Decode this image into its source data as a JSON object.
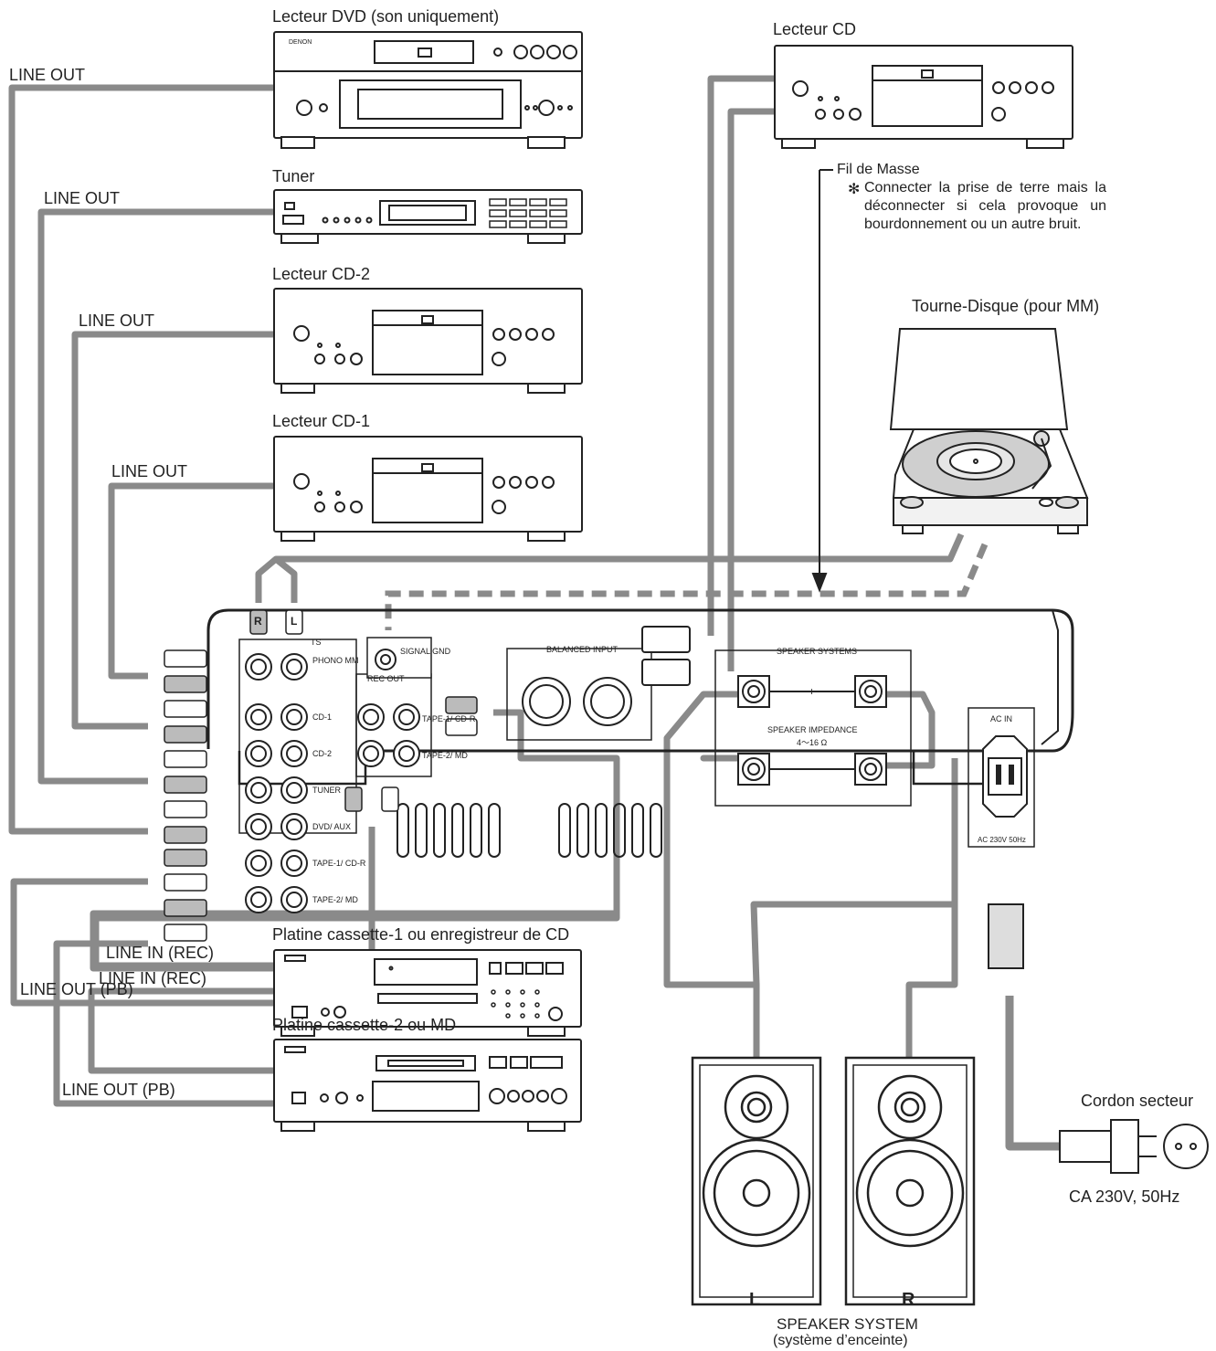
{
  "devices": {
    "dvd": "Lecteur DVD (son uniquement)",
    "tuner": "Tuner",
    "cd2": "Lecteur CD-2",
    "cd1": "Lecteur CD-1",
    "cd_player": "Lecteur CD",
    "turntable": "Tourne-Disque (pour MM)",
    "deck2": "Platine cassette-2 ou MD",
    "deck1": "Platine cassette-1 ou enregistreur de CD",
    "power_cord": "Cordon secteur",
    "brand": "DENON"
  },
  "cables": {
    "line_out_dvd": "LINE OUT",
    "line_out_tuner": "LINE OUT",
    "line_out_cd2": "LINE OUT",
    "line_out_cd1": "LINE OUT",
    "line_in_rec_2": "LINE IN (REC)",
    "line_out_pb_2": "LINE OUT (PB)",
    "line_in_rec_1": "LINE IN (REC)",
    "line_out_pb_1": "LINE OUT (PB)"
  },
  "ground": {
    "title": "Fil de Masse",
    "asterisk": "✻",
    "note": "Connecter la prise de terre mais la déconnecter si cela provoque un bourdonnement ou un autre bruit."
  },
  "amp_panel": {
    "inputs_header": "TS",
    "phono": "PHONO MM",
    "cd1": "CD-1",
    "cd2": "CD-2",
    "tuner": "TUNER",
    "dvd_aux": "DVD/ AUX",
    "tape1": "TAPE-1/ CD-R",
    "tape2": "TAPE-2/ MD",
    "signal_gnd": "SIGNAL GND",
    "rec_out": "REC OUT",
    "rec_tape1": "TAPE-1/ CD-R",
    "rec_tape2": "TAPE-2/ MD",
    "balanced_input": "BALANCED INPUT",
    "speaker_systems": "SPEAKER SYSTEMS",
    "speaker_impedance": "SPEAKER IMPEDANCE",
    "impedance_value": "4～16 Ω",
    "ac_in": "AC IN",
    "ac_rating": "AC 230V 50Hz",
    "plus": "+",
    "minus": "−",
    "r": "R",
    "l": "L"
  },
  "speakers": {
    "left": "L",
    "right": "R",
    "caption": "SPEAKER SYSTEM",
    "caption_sub": "(système d’enceinte)"
  },
  "power": {
    "rating": "CA 230V, 50Hz"
  },
  "colors": {
    "cable": "#8a8a8a",
    "outline": "#222222",
    "panel_fill": "#ffffff"
  }
}
